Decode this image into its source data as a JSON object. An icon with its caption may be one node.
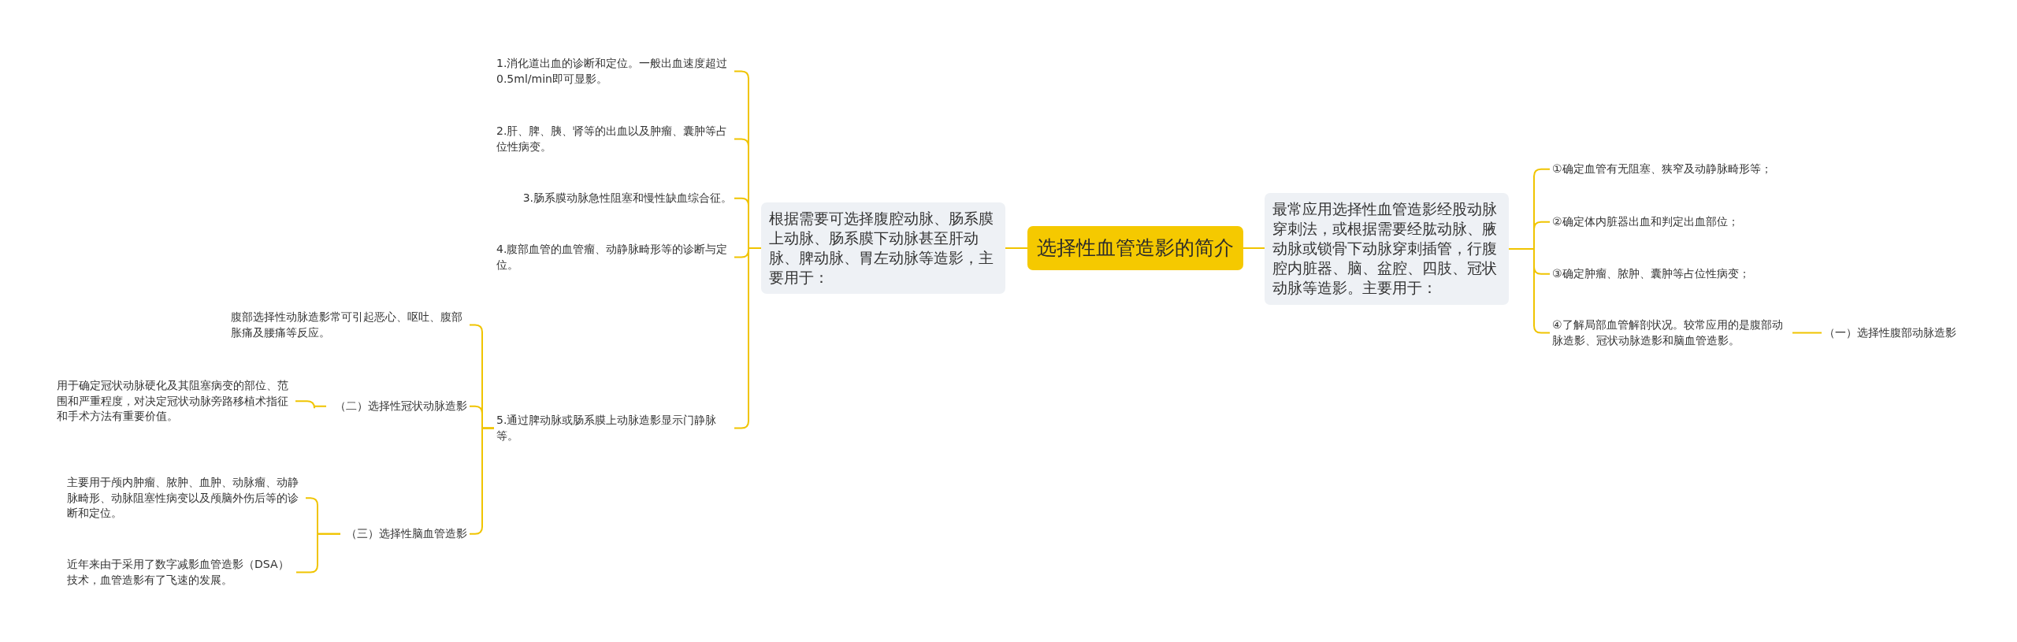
{
  "diagram": {
    "nodes": [
      {
        "text": [
          "选择性血管造影的简介"
        ]
      },
      {
        "text": [
          "根据需要可选择腹腔动脉、肠系膜上动脉、肠系膜下动脉甚至肝动脉、脾动脉、胃左动脉等造影，主要用于："
        ]
      },
      {
        "text": [
          "最常应用选择性血管造影经股动脉穿刺法，或根据需要经肱动脉、腋动脉或锁骨下动脉穿刺插管，行腹腔内脏器、脑、盆腔、四肢、冠状动脉等造影。主要用于："
        ]
      },
      {
        "text": [
          "①确定血管有无阻塞、狭窄及动静脉畸形等；"
        ]
      },
      {
        "text": [
          "②确定体内脏器出血和判定出血部位；"
        ]
      },
      {
        "text": [
          "③确定肿瘤、脓肿、囊肿等占位性病变；"
        ]
      },
      {
        "text": [
          "④了解局部血管解剖状况。较常应用的是腹部动脉造影、冠状动脉造影和脑血管造影。"
        ]
      },
      {
        "text": [
          "（一）选择性腹部动脉造影"
        ]
      },
      {
        "text": [
          "1.消化道出血的诊断和定位。一般出血速度超过0.5ml/min即可显影。"
        ]
      },
      {
        "text": [
          "2.肝、脾、胰、肾等的出血以及肿瘤、囊肿等占位性病变。"
        ]
      },
      {
        "text": [
          "3.肠系膜动脉急性阻塞和慢性缺血综合征。"
        ]
      },
      {
        "text": [
          "4.腹部血管的血管瘤、动静脉畸形等的诊断与定位。"
        ]
      },
      {
        "text": [
          "5.通过脾动脉或肠系膜上动脉造影显示门静脉等。"
        ]
      },
      {
        "text": [
          "腹部选择性动脉造影常可引起恶心、呕吐、腹部胀痛及腰痛等反应。"
        ]
      },
      {
        "text": [
          "（二）选择性冠状动脉造影"
        ]
      },
      {
        "text": [
          "（三）选择性脑血管造影"
        ]
      },
      {
        "text": [
          "用于确定冠状动脉硬化及其阻塞病变的部位、范围和严重程度，对决定冠状动脉旁路移植术指征和手术方法有重要价值。"
        ]
      },
      {
        "text": [
          "主要用于颅内肿瘤、脓肿、血肿、动脉瘤、动静脉畸形、动脉阻塞性病变以及颅脑外伤后等的诊断和定位。"
        ]
      },
      {
        "text": [
          "近年来由于采用了数字减影血管造影（DSA）技术，血管造影有了飞速的发展。"
        ]
      }
    ],
    "edges": [
      {
        "from": 0,
        "to": 1,
        "arrow": "none"
      },
      {
        "from": 0,
        "to": 2,
        "arrow": "none"
      },
      {
        "from": 2,
        "to": 3,
        "arrow": "none"
      },
      {
        "from": 2,
        "to": 4,
        "arrow": "none"
      },
      {
        "from": 2,
        "to": 5,
        "arrow": "none"
      },
      {
        "from": 2,
        "to": 6,
        "arrow": "none"
      },
      {
        "from": 6,
        "to": 7,
        "arrow": "none"
      },
      {
        "from": 1,
        "to": 8,
        "arrow": "none"
      },
      {
        "from": 1,
        "to": 9,
        "arrow": "none"
      },
      {
        "from": 1,
        "to": 10,
        "arrow": "none"
      },
      {
        "from": 1,
        "to": 11,
        "arrow": "none"
      },
      {
        "from": 1,
        "to": 12,
        "arrow": "none"
      },
      {
        "from": 12,
        "to": 13,
        "arrow": "none"
      },
      {
        "from": 12,
        "to": 14,
        "arrow": "none"
      },
      {
        "from": 12,
        "to": 15,
        "arrow": "none"
      },
      {
        "from": 14,
        "to": 16,
        "arrow": "none"
      },
      {
        "from": 15,
        "to": 17,
        "arrow": "none"
      },
      {
        "from": 15,
        "to": 18,
        "arrow": "none"
      }
    ]
  }
}
